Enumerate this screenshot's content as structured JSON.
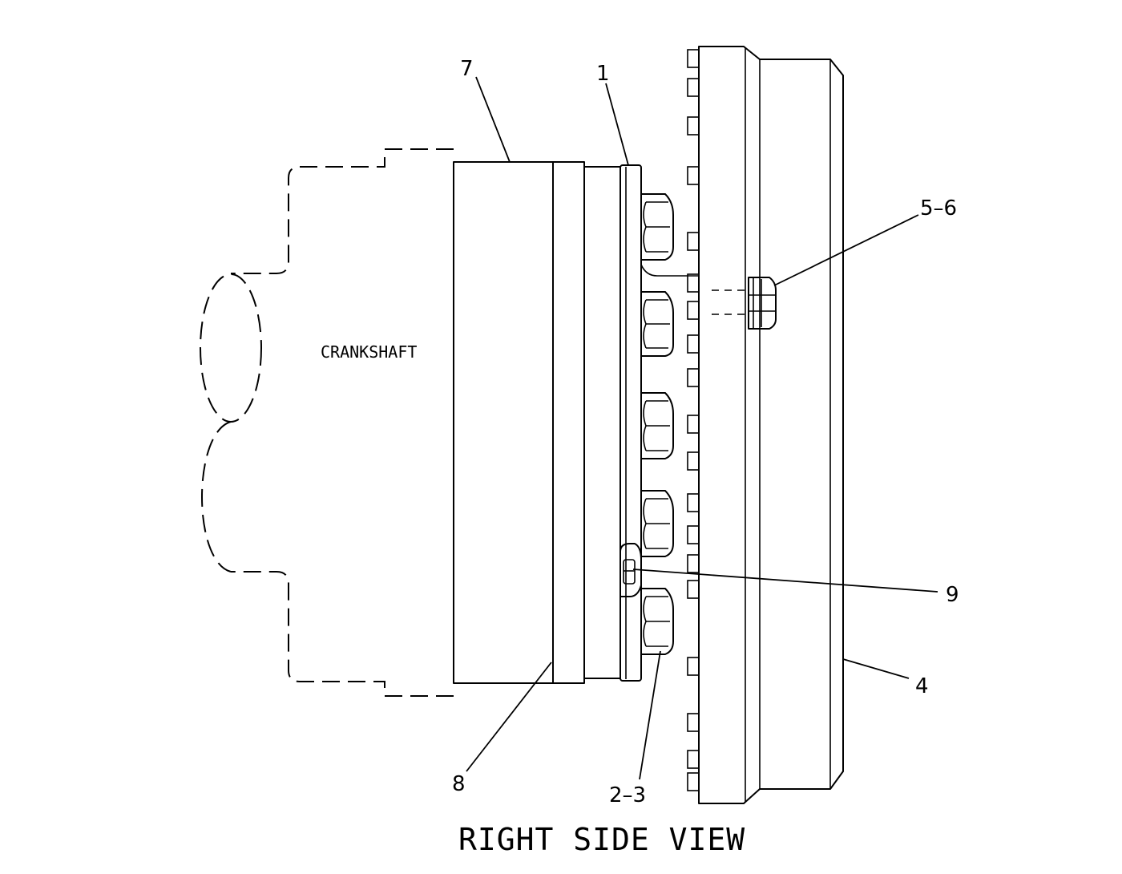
{
  "diagram": {
    "view_title": "RIGHT SIDE VIEW",
    "part_label": "CRANKSHAFT",
    "callouts": [
      {
        "id": "callout-7",
        "text": "7"
      },
      {
        "id": "callout-1",
        "text": "1"
      },
      {
        "id": "callout-5-6",
        "text": "5–6"
      },
      {
        "id": "callout-9",
        "text": "9"
      },
      {
        "id": "callout-4",
        "text": "4"
      },
      {
        "id": "callout-8",
        "text": "8"
      },
      {
        "id": "callout-2-3",
        "text": "2–3"
      }
    ]
  }
}
